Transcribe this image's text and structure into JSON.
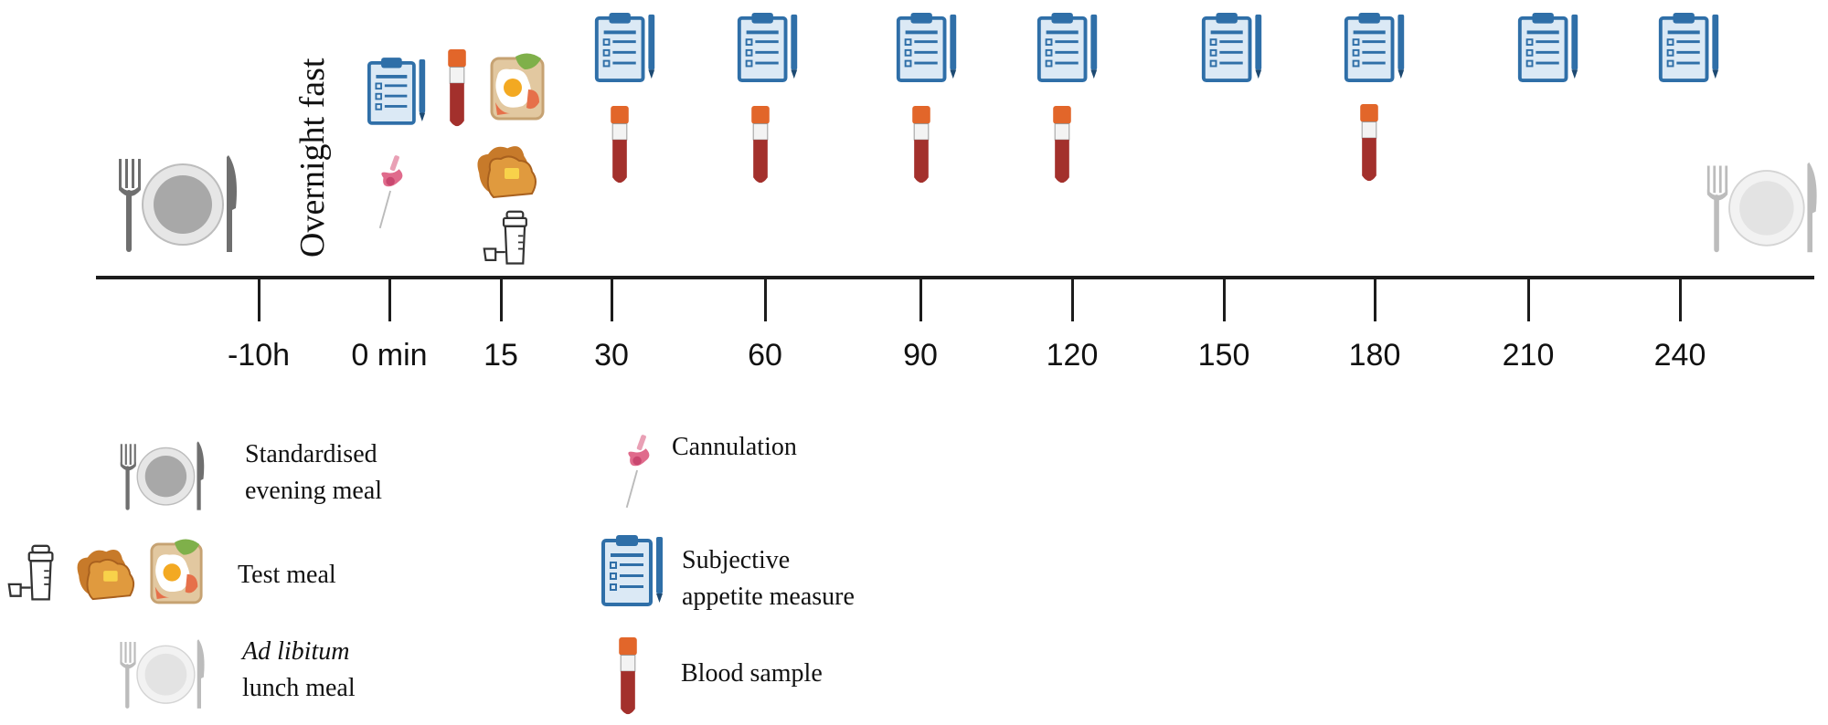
{
  "timeline": {
    "fast_label": "Overnight fast",
    "ticks": [
      "-10h",
      "0 min",
      "15",
      "30",
      "60",
      "90",
      "120",
      "150",
      "180",
      "210",
      "240"
    ]
  },
  "legend": {
    "evening_meal": {
      "line1": "Standardised",
      "line2": "evening meal"
    },
    "test_meal": {
      "label": "Test meal"
    },
    "lunch_meal": {
      "line1": "Ad libitum",
      "line2": "lunch meal"
    },
    "cannulation": {
      "label": "Cannulation"
    },
    "appetite": {
      "line1": "Subjective",
      "line2": "appetite measure"
    },
    "blood": {
      "label": "Blood sample"
    }
  },
  "icons": {
    "evening_meal": "plate-cutlery-icon",
    "lunch_meal": "light-plate-cutlery-icon",
    "test_meal": [
      "shaker-bottle-icon",
      "toast-icon",
      "egg-toast-icon"
    ],
    "cannulation": "cannula-icon",
    "appetite": "clipboard-icon",
    "blood": "blood-tube-icon"
  },
  "colors": {
    "clipboard": "#2f6fa8",
    "tube_cap": "#e2662a",
    "blood": "#a3302c",
    "cannula": "#e06b8c"
  }
}
